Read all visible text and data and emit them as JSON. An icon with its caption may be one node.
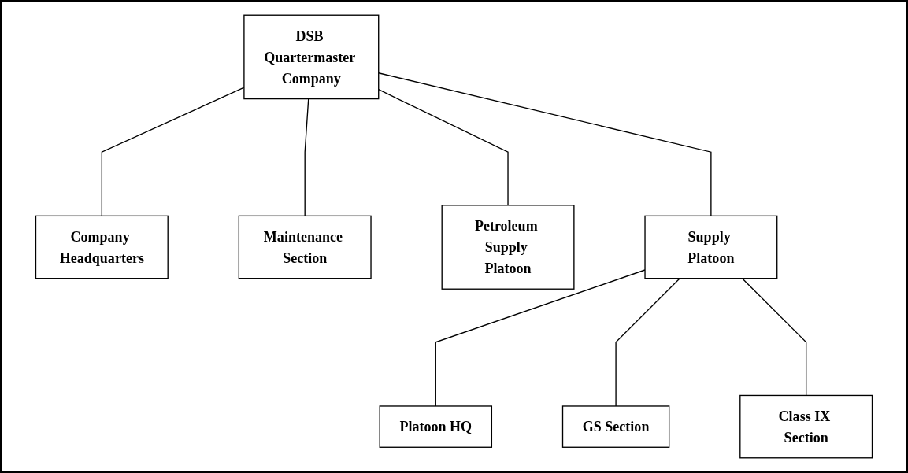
{
  "diagram": {
    "nodes": [
      {
        "text": [
          "DSB Quartermaster Company"
        ]
      },
      {
        "text": [
          "Company Headquarters"
        ]
      },
      {
        "text": [
          "Maintenance Section"
        ]
      },
      {
        "text": [
          "Petroleum Supply Platoon"
        ]
      },
      {
        "text": [
          "Supply Platoon"
        ]
      },
      {
        "text": [
          "Platoon HQ"
        ]
      },
      {
        "text": [
          "GS Section"
        ]
      },
      {
        "text": [
          "Class IX Section"
        ]
      }
    ],
    "edges": [
      {
        "from": 0,
        "to": 1,
        "arrow": "none"
      },
      {
        "from": 0,
        "to": 2,
        "arrow": "none"
      },
      {
        "from": 0,
        "to": 3,
        "arrow": "none"
      },
      {
        "from": 0,
        "to": 4,
        "arrow": "none"
      },
      {
        "from": 4,
        "to": 5,
        "arrow": "none"
      },
      {
        "from": 4,
        "to": 6,
        "arrow": "none"
      },
      {
        "from": 4,
        "to": 7,
        "arrow": "none"
      }
    ]
  }
}
